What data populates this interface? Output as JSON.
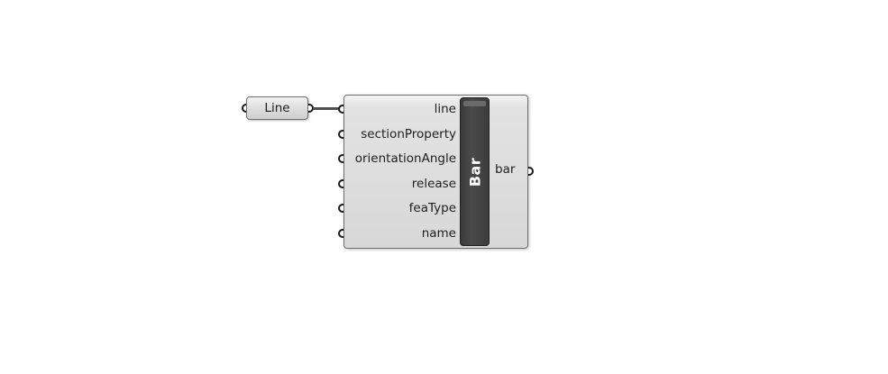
{
  "param_component": {
    "label": "Line"
  },
  "component": {
    "nickname": "Bar",
    "inputs": [
      {
        "label": "line"
      },
      {
        "label": "sectionProperty"
      },
      {
        "label": "orientationAngle"
      },
      {
        "label": "release"
      },
      {
        "label": "feaType"
      },
      {
        "label": "name"
      }
    ],
    "output": {
      "label": "bar"
    }
  },
  "colors": {
    "canvas": "#ffffff",
    "component_fill": "#d8d8d8",
    "nickname_fill": "#3a3a3a",
    "wire": "#505050"
  }
}
